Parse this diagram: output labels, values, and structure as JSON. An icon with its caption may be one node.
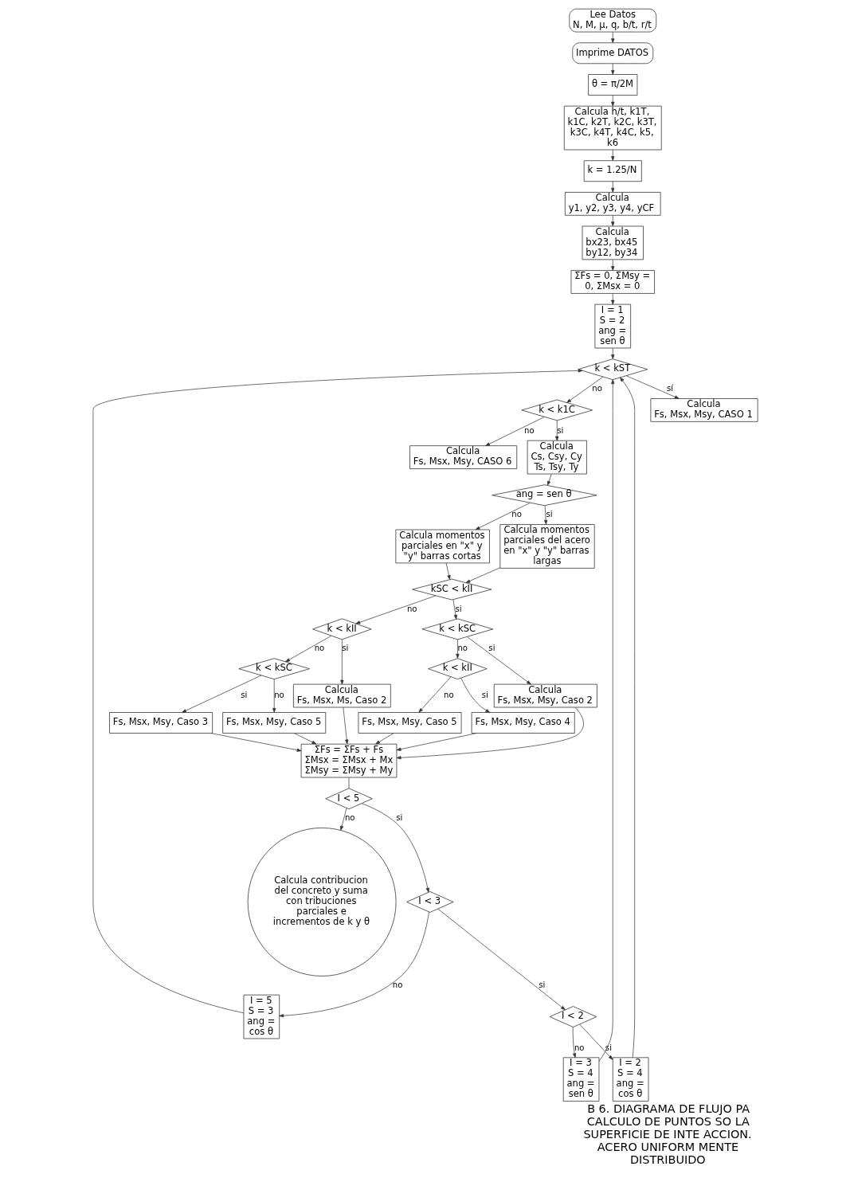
{
  "diagram": {
    "caption": "B 6. DIAGRAMA DE FLUJO PA CALCULO DE PUNTOS SO LA SUPERFICIE DE INTE ACCION. ACERO UNIFORM MENTE DISTRIBUIDO",
    "nodes": [
      {
        "text": [
          "Lee Datos",
          "N, M, μ, q, b/t, r/t"
        ]
      },
      {
        "text": [
          "Imprime DATOS"
        ]
      },
      {
        "text": [
          "θ = π/2M"
        ]
      },
      {
        "text": [
          "Calcula h/t, k1T, k1C, k2T, k2C, k3T, k3C, k4T, k4C, k5, k6"
        ]
      },
      {
        "text": [
          "k = 1.25/N"
        ]
      },
      {
        "text": [
          "Calcula",
          "y1, y2, y3, y4, yCF"
        ]
      },
      {
        "text": [
          "Calcula",
          "bx23, bx45 by12, by34"
        ]
      },
      {
        "text": [
          "ΣFs = 0, ΣMsy = 0, ΣMsx = 0"
        ]
      },
      {
        "text": [
          "I = 1 S = 2 ang = sen θ"
        ]
      },
      {
        "text": [
          "k < kST"
        ]
      },
      {
        "text": [
          "k < k1C"
        ]
      },
      {
        "text": [
          "Calcula",
          "Fs, Msx, Msy, CASO 6"
        ]
      },
      {
        "text": [
          "Calcula",
          "Cs, Csy, Cy Ts, Tsy, Ty"
        ]
      },
      {
        "text": [
          "Calcula",
          "Fs, Msx, Msy, CASO 1"
        ]
      },
      {
        "text": [
          "ang = sen θ"
        ]
      },
      {
        "text": [
          "Calcula momentos parciales en \"x\" y \"y\" barras cortas"
        ]
      },
      {
        "text": [
          "Calcula momentos parciales del acero en \"x\" y \"y\" barras largas"
        ]
      },
      {
        "text": [
          "kSC < kII"
        ]
      },
      {
        "text": [
          "k < kII"
        ]
      },
      {
        "text": [
          "k < kSC"
        ]
      },
      {
        "text": [
          "k < kSC"
        ]
      },
      {
        "text": [
          "Calcula",
          "Fs, Msx, Ms, Caso 2"
        ]
      },
      {
        "text": [
          "k < kII"
        ]
      },
      {
        "text": [
          "Calcula",
          "Fs, Msx, Msy, Caso 2"
        ]
      },
      {
        "text": [
          "Fs, Msx, Msy, Caso 5"
        ]
      },
      {
        "text": [
          "Fs, Msx, Msy, Caso 3"
        ]
      },
      {
        "text": [
          "Fs, Msx, Msy, Caso 5"
        ]
      },
      {
        "text": [
          "Fs, Msx, Msy, Caso 4"
        ]
      },
      {
        "text": [
          "ΣFs = ΣFs + Fs ΣMsx = ΣMsx + Mx ΣMsy = ΣMsy + My"
        ]
      },
      {
        "text": [
          "I < 5"
        ]
      },
      {
        "text": [
          "I < 3"
        ]
      },
      {
        "text": [
          "I = 5 S = 3 ang = cos θ"
        ]
      },
      {
        "text": [
          "I < 2"
        ]
      },
      {
        "text": [
          "I = 3 S = 4 ang = sen θ"
        ]
      },
      {
        "text": [
          "I = 2 S = 4 ang = cos θ"
        ]
      },
      {
        "text": [
          "Calcula contribucion del concreto y suma con tribuciones parciales e incrementos de k y θ"
        ]
      }
    ],
    "edges": [
      {
        "from": 0,
        "to": 1,
        "arrow": "to"
      },
      {
        "from": 1,
        "to": 2,
        "arrow": "to"
      },
      {
        "from": 2,
        "to": 3,
        "arrow": "to"
      },
      {
        "from": 3,
        "to": 4,
        "arrow": "to"
      },
      {
        "from": 4,
        "to": 5,
        "arrow": "to"
      },
      {
        "from": 5,
        "to": 6,
        "arrow": "to"
      },
      {
        "from": 6,
        "to": 7,
        "arrow": "to"
      },
      {
        "from": 7,
        "to": 8,
        "arrow": "to"
      },
      {
        "from": 8,
        "to": 9,
        "arrow": "to"
      },
      {
        "from": 9,
        "to": 10,
        "arrow": "to",
        "label": "no"
      },
      {
        "from": 9,
        "to": 13,
        "arrow": "to",
        "label": "sí"
      },
      {
        "from": 10,
        "to": 11,
        "arrow": "to",
        "label": "no"
      },
      {
        "from": 10,
        "to": 12,
        "arrow": "to",
        "label": "si"
      },
      {
        "from": 12,
        "to": 14,
        "arrow": "to"
      },
      {
        "from": 14,
        "to": 15,
        "arrow": "to",
        "label": "no"
      },
      {
        "from": 14,
        "to": 16,
        "arrow": "to",
        "label": "si"
      },
      {
        "from": 15,
        "to": 17,
        "arrow": "to"
      },
      {
        "from": 16,
        "to": 17,
        "arrow": "to"
      },
      {
        "from": 17,
        "to": 18,
        "arrow": "to",
        "label": "no"
      },
      {
        "from": 17,
        "to": 19,
        "arrow": "to",
        "label": "si"
      },
      {
        "from": 18,
        "to": 20,
        "arrow": "to",
        "label": "no"
      },
      {
        "from": 18,
        "to": 21,
        "arrow": "to",
        "label": "si"
      },
      {
        "from": 19,
        "to": 22,
        "arrow": "to",
        "label": "no"
      },
      {
        "from": 19,
        "to": 23,
        "arrow": "to",
        "label": "si"
      },
      {
        "from": 20,
        "to": 24,
        "arrow": "to",
        "label": "no"
      },
      {
        "from": 20,
        "to": 25,
        "arrow": "to",
        "label": "si"
      },
      {
        "from": 22,
        "to": 26,
        "arrow": "to",
        "label": "no"
      },
      {
        "from": 22,
        "to": 27,
        "arrow": "to",
        "label": "si"
      },
      {
        "from": 24,
        "to": 28,
        "arrow": "to"
      },
      {
        "from": 25,
        "to": 28,
        "arrow": "to"
      },
      {
        "from": 21,
        "to": 28,
        "arrow": "to"
      },
      {
        "from": 26,
        "to": 28,
        "arrow": "to"
      },
      {
        "from": 27,
        "to": 28,
        "arrow": "to"
      },
      {
        "from": 23,
        "to": 28,
        "arrow": "to"
      },
      {
        "from": 28,
        "to": 29,
        "arrow": "none"
      },
      {
        "from": 29,
        "to": 30,
        "arrow": "to",
        "label": "si"
      },
      {
        "from": 29,
        "to": 35,
        "arrow": "to",
        "label": "no"
      },
      {
        "from": 30,
        "to": 31,
        "arrow": "to",
        "label": "no"
      },
      {
        "from": 30,
        "to": 32,
        "arrow": "to",
        "label": "si"
      },
      {
        "from": 32,
        "to": 33,
        "arrow": "to",
        "label": "no"
      },
      {
        "from": 32,
        "to": 34,
        "arrow": "to",
        "label": "si"
      },
      {
        "from": 31,
        "to": 9,
        "arrow": "to"
      },
      {
        "from": 33,
        "to": 9,
        "arrow": "to"
      },
      {
        "from": 34,
        "to": 9,
        "arrow": "to"
      }
    ]
  }
}
